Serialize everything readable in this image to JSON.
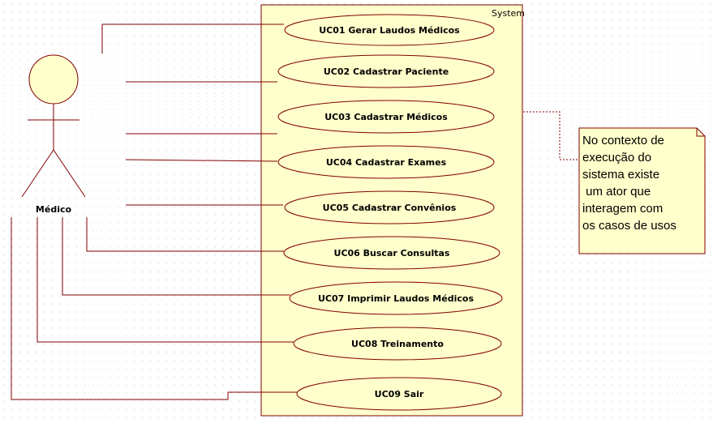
{
  "system": {
    "label": "System"
  },
  "actor": {
    "name": "Médico"
  },
  "use_cases": [
    {
      "label": "UC01 Gerar Laudos Médicos"
    },
    {
      "label": "UC02 Cadastrar Paciente"
    },
    {
      "label": "UC03 Cadastrar Médicos"
    },
    {
      "label": "UC04 Cadastrar Exames"
    },
    {
      "label": "UC05 Cadastrar Convênios"
    },
    {
      "label": "UC06 Buscar Consultas"
    },
    {
      "label": "UC07 Imprimir Laudos Médicos"
    },
    {
      "label": "UC08 Treinamento"
    },
    {
      "label": "UC09 Sair"
    }
  ],
  "note": {
    "lines": [
      "No contexto de",
      "execução do",
      "sistema existe",
      " um ator que",
      "interagem com",
      "os casos de usos"
    ]
  },
  "colors": {
    "line": "#800000",
    "fill": "#ffffcc",
    "border": "#800000"
  }
}
